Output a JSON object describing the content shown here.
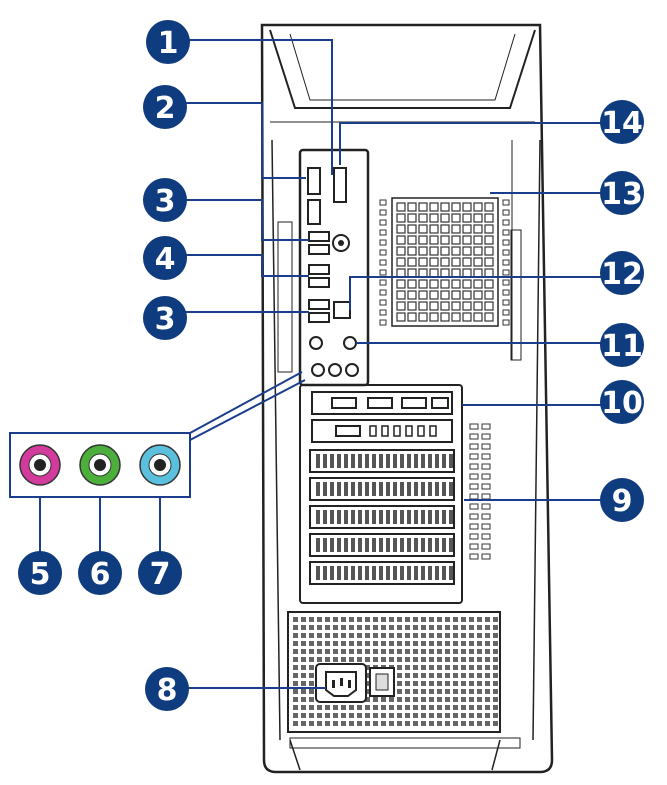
{
  "callouts": [
    {
      "number": "1"
    },
    {
      "number": "2"
    },
    {
      "number": "3"
    },
    {
      "number": "4"
    },
    {
      "number": "3"
    },
    {
      "number": "5"
    },
    {
      "number": "6"
    },
    {
      "number": "7"
    },
    {
      "number": "8"
    },
    {
      "number": "9"
    },
    {
      "number": "10"
    },
    {
      "number": "11"
    },
    {
      "number": "12"
    },
    {
      "number": "13"
    },
    {
      "number": "14"
    }
  ],
  "colors": {
    "callout_fill": "#0f3b7f",
    "line": "#1a3e8c",
    "outline": "#222222",
    "jack_pink": "#d23b9c",
    "jack_green": "#4caf3c",
    "jack_blue": "#5bc0de"
  }
}
